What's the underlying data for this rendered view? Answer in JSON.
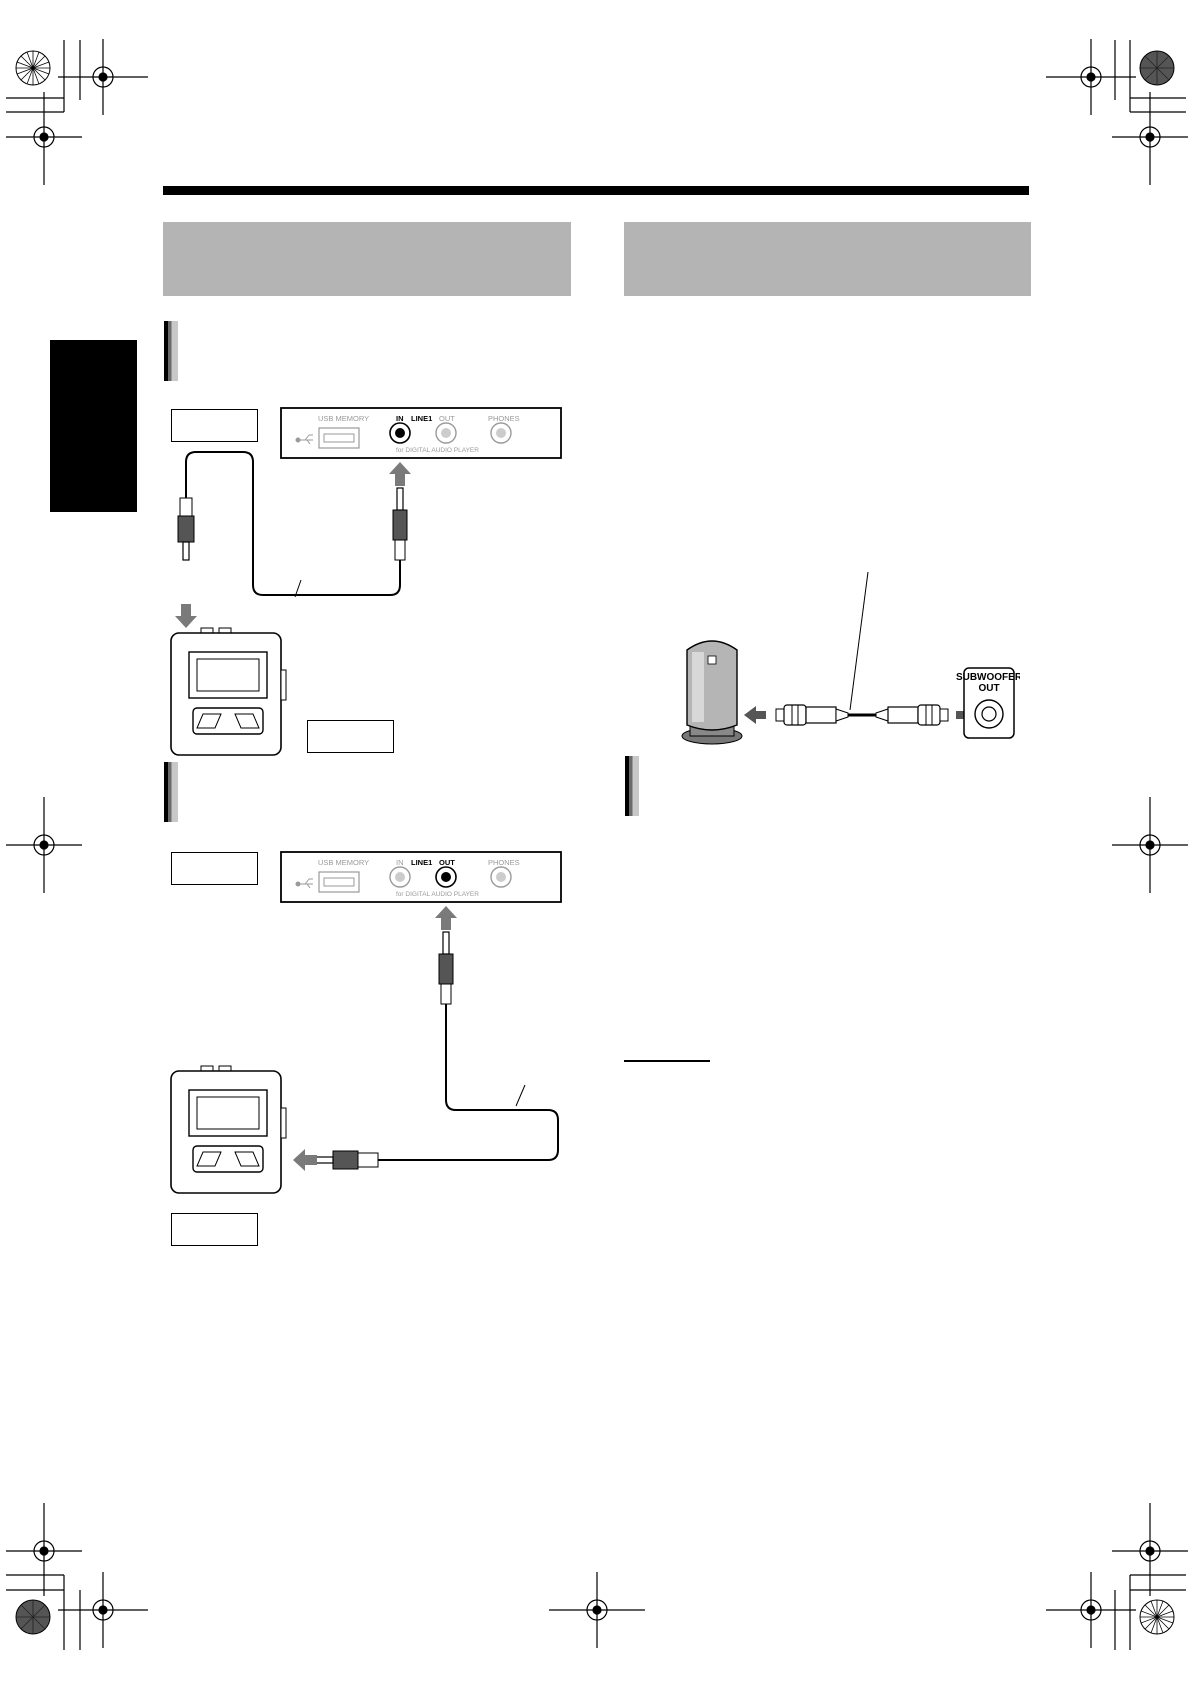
{
  "diagram_in": {
    "usb_label": "USB MEMORY",
    "line_in_label": "IN",
    "line_label": "LINE1",
    "line_out_label": "OUT",
    "phones_label": "PHONES",
    "player_label": "for DIGITAL AUDIO PLAYER"
  },
  "diagram_out": {
    "usb_label": "USB MEMORY",
    "line_in_label": "IN",
    "line_label": "LINE1",
    "line_out_label": "OUT",
    "phones_label": "PHONES",
    "player_label": "for DIGITAL AUDIO PLAYER"
  },
  "subwoofer": {
    "jack_label_line1": "SUBWOOFER",
    "jack_label_line2": "OUT"
  },
  "colors": {
    "header_gray": "#b4b4b4",
    "arrow_gray": "#7a7a7a"
  }
}
